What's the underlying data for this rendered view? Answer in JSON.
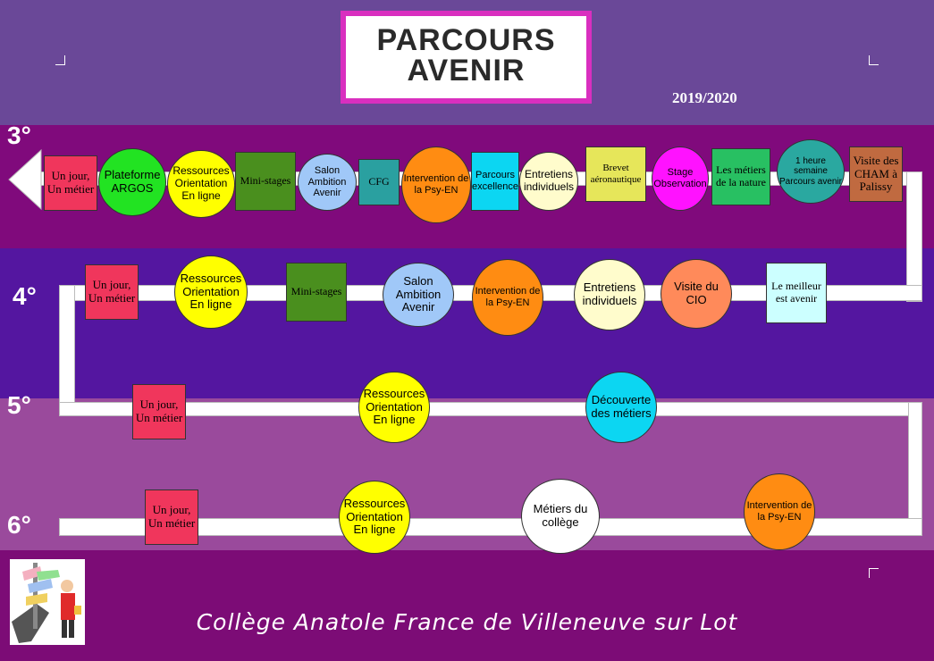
{
  "logo": {
    "line1": "PARCOURS",
    "line2": "AVENIR"
  },
  "year": "2019/2020",
  "colors": {
    "magenta": "#d92fbf",
    "purple": "#800a7c",
    "violet": "#5416a0"
  },
  "levels": {
    "l3": "3°",
    "l4": "4°",
    "l5": "5°",
    "l6": "6°"
  },
  "row3": {
    "n1": "Un jour, Un métier",
    "n2": "Plateforme ARGOS",
    "n3": "Ressources Orientation En ligne",
    "n4": "Mini-stages",
    "n5": "Salon Ambition Avenir",
    "n6": "CFG",
    "n7": "Intervention de la Psy-EN",
    "n8": "Parcours excellence",
    "n9": "Entretiens individuels",
    "n10": "Brevet aéronautique",
    "n11": "Stage Observation",
    "n12": "Les métiers de la nature",
    "n13": "1 heure semaine Parcours avenir",
    "n14": "Visite des CHAM à Palissy"
  },
  "row4": {
    "n1": "Un jour, Un métier",
    "n2": "Ressources Orientation En ligne",
    "n3": "Mini-stages",
    "n4": "Salon Ambition Avenir",
    "n5": "Intervention de la Psy-EN",
    "n6": "Entretiens individuels",
    "n7": "Visite du CIO",
    "n8": "Le meilleur est avenir"
  },
  "row5": {
    "n1": "Un jour, Un métier",
    "n2": "Ressources Orientation En ligne",
    "n3": "Découverte des métiers"
  },
  "row6": {
    "n1": "Un jour, Un métier",
    "n2": "Ressources Orientation En ligne",
    "n3": "Métiers du collège",
    "n4": "Intervention de la Psy-EN"
  },
  "footer": "Collège Anatole France de Villeneuve sur Lot",
  "icons": {
    "arrow": "left-arrow-icon",
    "illustration": "signpost-person-icon"
  }
}
